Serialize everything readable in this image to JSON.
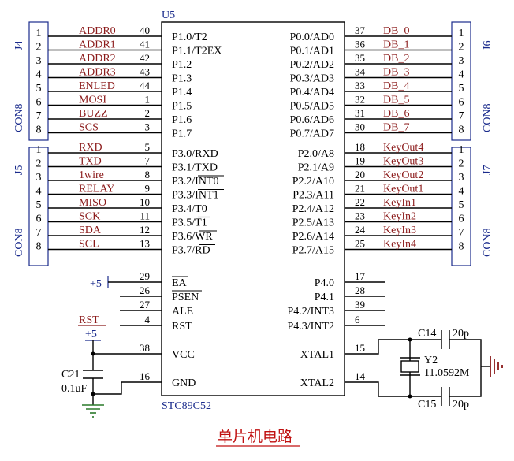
{
  "title": "单片机电路",
  "chip": {
    "ref": "U5",
    "part": "STC89C52",
    "left_pins": [
      {
        "num": "40",
        "name": "P1.0/T2"
      },
      {
        "num": "41",
        "name": "P1.1/T2EX"
      },
      {
        "num": "42",
        "name": "P1.2"
      },
      {
        "num": "43",
        "name": "P1.3"
      },
      {
        "num": "44",
        "name": "P1.4"
      },
      {
        "num": "1",
        "name": "P1.5"
      },
      {
        "num": "2",
        "name": "P1.6"
      },
      {
        "num": "3",
        "name": "P1.7"
      },
      {
        "num": "5",
        "name": "P3.0/RXD"
      },
      {
        "num": "7",
        "name": "P3.1/TXD"
      },
      {
        "num": "8",
        "name": "P3.2/INT0"
      },
      {
        "num": "9",
        "name": "P3.3/INT1"
      },
      {
        "num": "10",
        "name": "P3.4/T0"
      },
      {
        "num": "11",
        "name": "P3.5/T1"
      },
      {
        "num": "12",
        "name": "P3.6/WR"
      },
      {
        "num": "13",
        "name": "P3.7/RD"
      }
    ],
    "right_pins": [
      {
        "num": "37",
        "name": "P0.0/AD0"
      },
      {
        "num": "36",
        "name": "P0.1/AD1"
      },
      {
        "num": "35",
        "name": "P0.2/AD2"
      },
      {
        "num": "34",
        "name": "P0.3/AD3"
      },
      {
        "num": "33",
        "name": "P0.4/AD4"
      },
      {
        "num": "32",
        "name": "P0.5/AD5"
      },
      {
        "num": "31",
        "name": "P0.6/AD6"
      },
      {
        "num": "30",
        "name": "P0.7/AD7"
      },
      {
        "num": "18",
        "name": "P2.0/A8"
      },
      {
        "num": "19",
        "name": "P2.1/A9"
      },
      {
        "num": "20",
        "name": "P2.2/A10"
      },
      {
        "num": "21",
        "name": "P2.3/A11"
      },
      {
        "num": "22",
        "name": "P2.4/A12"
      },
      {
        "num": "23",
        "name": "P2.5/A13"
      },
      {
        "num": "24",
        "name": "P2.6/A14"
      },
      {
        "num": "25",
        "name": "P2.7/A15"
      }
    ],
    "ctrl_left": [
      {
        "num": "29",
        "name": "EA"
      },
      {
        "num": "26",
        "name": "PSEN"
      },
      {
        "num": "27",
        "name": "ALE"
      },
      {
        "num": "4",
        "name": "RST"
      }
    ],
    "ctrl_right": [
      {
        "num": "17",
        "name": "P4.0"
      },
      {
        "num": "28",
        "name": "P4.1"
      },
      {
        "num": "39",
        "name": "P4.2/INT3"
      },
      {
        "num": "6",
        "name": "P4.3/INT2"
      }
    ],
    "vcc": {
      "num": "38",
      "name": "VCC"
    },
    "gnd": {
      "num": "16",
      "name": "GND"
    },
    "xtal1": {
      "num": "15",
      "name": "XTAL1"
    },
    "xtal2": {
      "num": "14",
      "name": "XTAL2"
    }
  },
  "nets_left": [
    "ADDR0",
    "ADDR1",
    "ADDR2",
    "ADDR3",
    "ENLED",
    "MOSI",
    "BUZZ",
    "SCS",
    "RXD",
    "TXD",
    "1wire",
    "RELAY",
    "MISO",
    "SCK",
    "SDA",
    "SCL"
  ],
  "nets_right": [
    "DB_0",
    "DB_1",
    "DB_2",
    "DB_3",
    "DB_4",
    "DB_5",
    "DB_6",
    "DB_7",
    "KeyOut4",
    "KeyOut3",
    "KeyOut2",
    "KeyOut1",
    "KeyIn1",
    "KeyIn2",
    "KeyIn3",
    "KeyIn4"
  ],
  "connectors": {
    "J4": {
      "ref": "J4",
      "type": "CON8"
    },
    "J5": {
      "ref": "J5",
      "type": "CON8"
    },
    "J6": {
      "ref": "J6",
      "type": "CON8"
    },
    "J7": {
      "ref": "J7",
      "type": "CON8"
    },
    "pin_numbers": [
      "1",
      "2",
      "3",
      "4",
      "5",
      "6",
      "7",
      "8"
    ]
  },
  "power": {
    "ea_supply": "+5",
    "vcc_supply": "+5",
    "rst_net": "RST"
  },
  "c21": {
    "ref": "C21",
    "value": "0.1uF"
  },
  "crystal": {
    "ref": "Y2",
    "value": "11.0592M"
  },
  "c14": {
    "ref": "C14",
    "value": "20p"
  },
  "c15": {
    "ref": "C15",
    "value": "20p"
  }
}
